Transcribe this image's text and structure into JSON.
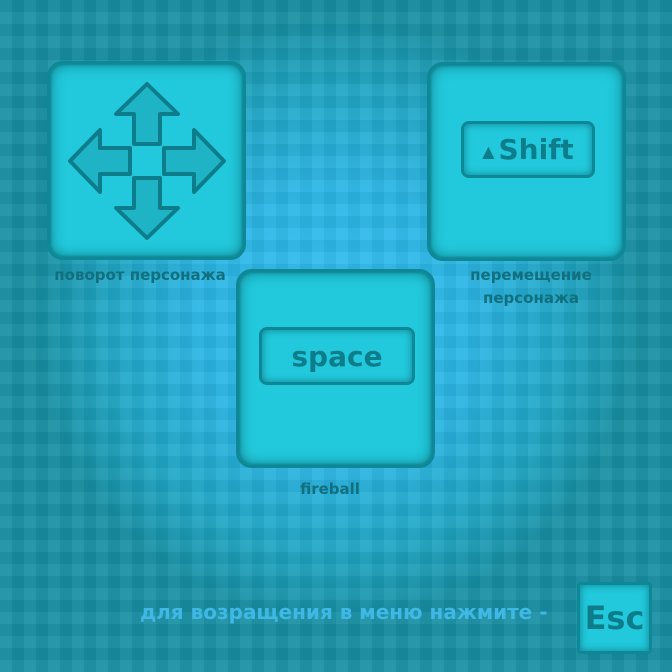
{
  "controls": {
    "rotate": {
      "icon": "arrow-keys-icon",
      "caption": "поворот персонажа"
    },
    "move": {
      "key_label": "Shift",
      "key_icon": "shift-arrow-icon",
      "caption": "перемещение персонажа"
    },
    "fire": {
      "key_label": "space",
      "caption": "fireball"
    }
  },
  "footer": {
    "text": "для возращения в меню нажмите -",
    "esc_label": "Esc"
  },
  "colors": {
    "panel": "#22c9dc",
    "border": "#0e8796",
    "caption": "#126f7d",
    "footer_text": "#3fb8e6"
  }
}
